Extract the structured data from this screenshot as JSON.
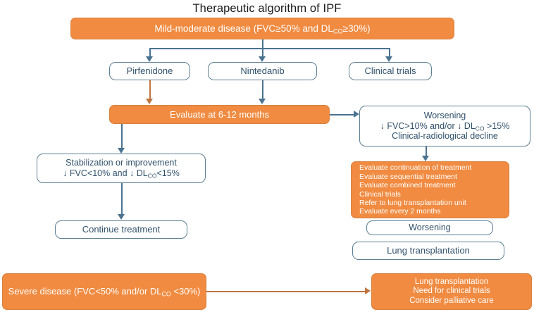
{
  "title": "Therapeutic algorithm of IPF",
  "colors": {
    "orange_fill": "#f08b41",
    "orange_border": "#d8813f",
    "blue_border": "#5d7f93",
    "blue_text": "#31516b",
    "arrow_blue": "#4a7391",
    "arrow_orange": "#bf7440",
    "title_text": "#1a1a1a"
  },
  "nodes": {
    "mild_moderate": {
      "text_parts": {
        "pre": "Mild-moderate disease (FVC≥50% and DL",
        "sub": "CO",
        "post": "≥30%)"
      }
    },
    "pirfenidone": {
      "label": "Pirfenidone"
    },
    "nintedanib": {
      "label": "Nintedanib"
    },
    "clinical_trials": {
      "label": "Clinical trials"
    },
    "evaluate_6_12": {
      "label": "Evaluate at 6-12 months"
    },
    "worsening_criteria": {
      "line1": "Worsening",
      "line2": {
        "pre": "↓ FVC>10% and/or   ↓ DL",
        "sub": "CO",
        "post": " >15%"
      },
      "line3": "Clinical-radiological decline"
    },
    "stabilization": {
      "line1": "Stabilization or improvement",
      "line2": {
        "pre": "↓ FVC<10% and   ↓ DL",
        "sub": "CO",
        "post": "<15%"
      }
    },
    "continue_treatment": {
      "label": "Continue treatment"
    },
    "evaluate_options": {
      "items": [
        "Evaluate continuation of treatment",
        "Evaluate sequential treatment",
        "Evaluate combined treatment",
        "Clinical trials",
        "Refer to lung transplantation unit",
        "Evaluate every 2 months"
      ]
    },
    "worsening_small": {
      "label": "Worsening"
    },
    "lung_transplantation": {
      "label": "Lung transplantation"
    },
    "severe_disease": {
      "text_parts": {
        "pre": "Severe disease (FVC<50% and/or DL",
        "sub": "CO",
        "post": " <30%)"
      }
    },
    "severe_options": {
      "items": [
        "Lung transplantation",
        "Need for clinical trials",
        "Consider palliative care"
      ]
    }
  }
}
